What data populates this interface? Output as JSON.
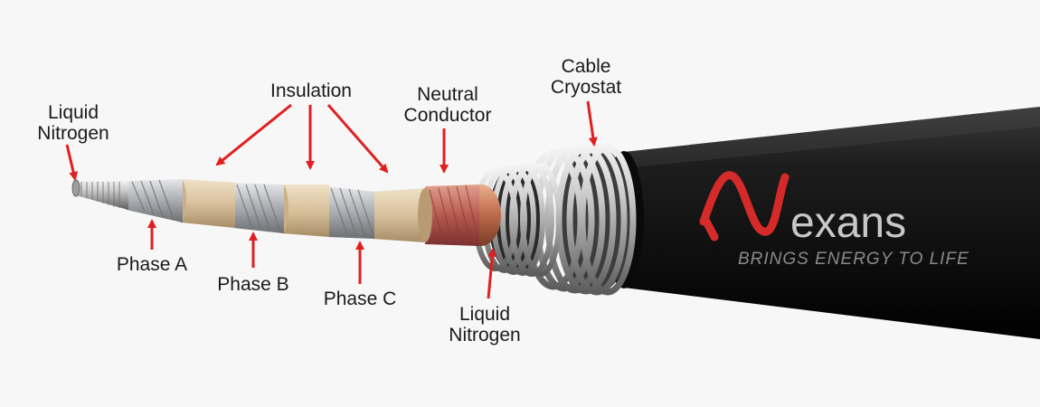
{
  "labels": {
    "liquid_nitrogen_inner": [
      "Liquid",
      "Nitrogen"
    ],
    "insulation": "Insulation",
    "neutral_conductor": [
      "Neutral",
      "Conductor"
    ],
    "cable_cryostat": [
      "Cable",
      "Cryostat"
    ],
    "phase_a": "Phase A",
    "phase_b": "Phase B",
    "phase_c": "Phase C",
    "liquid_nitrogen_outer": [
      "Liquid",
      "Nitrogen"
    ]
  },
  "brand": {
    "logo_text": "Nexans",
    "tagline": "BRINGS ENERGY TO LIFE"
  },
  "colors": {
    "arrow": "#e02020",
    "jacket": "#141414",
    "copper": "#c77a55",
    "insulation": "#d9c2a0",
    "conductor": "#b9bcc0",
    "logo_red": "#d42a2a"
  }
}
